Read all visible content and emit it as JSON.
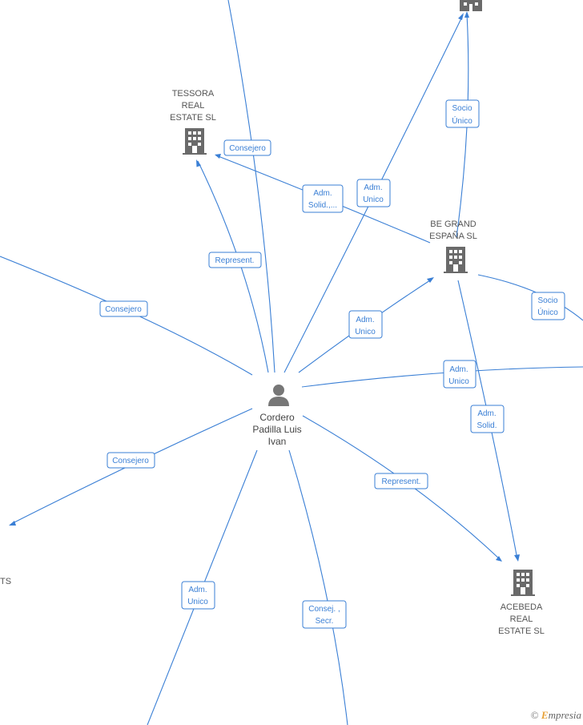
{
  "nodes": {
    "center": {
      "name_lines": [
        "Cordero",
        "Padilla Luis",
        "Ivan"
      ]
    },
    "tessora": {
      "name_lines": [
        "TESSORA",
        "REAL",
        "ESTATE  SL"
      ]
    },
    "begrand": {
      "name_lines": [
        "BE GRAND",
        "ESPAÑA  SL"
      ]
    },
    "acebeda": {
      "name_lines": [
        "ACEBEDA",
        "REAL",
        "ESTATE  SL"
      ]
    },
    "left_partial": {
      "name_lines": [
        "TS"
      ]
    }
  },
  "edge_labels": {
    "consejero_top": [
      "Consejero"
    ],
    "adm_solid_top": [
      "Adm.",
      "Solid.,..."
    ],
    "adm_unico_top": [
      "Adm.",
      "Unico"
    ],
    "socio_unico_top": [
      "Socio",
      "Único"
    ],
    "represent_tessora": [
      "Represent."
    ],
    "consejero_left": [
      "Consejero"
    ],
    "adm_unico_begrand": [
      "Adm.",
      "Unico"
    ],
    "socio_unico_right": [
      "Socio",
      "Único"
    ],
    "adm_unico_right": [
      "Adm.",
      "Unico"
    ],
    "adm_solid_acebeda": [
      "Adm.",
      "Solid."
    ],
    "consejero_lowerleft": [
      "Consejero"
    ],
    "represent_acebeda": [
      "Represent."
    ],
    "adm_unico_bottom": [
      "Adm.",
      "Unico"
    ],
    "consej_secr": [
      "Consej. ,",
      "Secr."
    ]
  },
  "footer": {
    "copyright_symbol": "©",
    "brand_initial": "E",
    "brand_rest": "mpresia"
  }
}
